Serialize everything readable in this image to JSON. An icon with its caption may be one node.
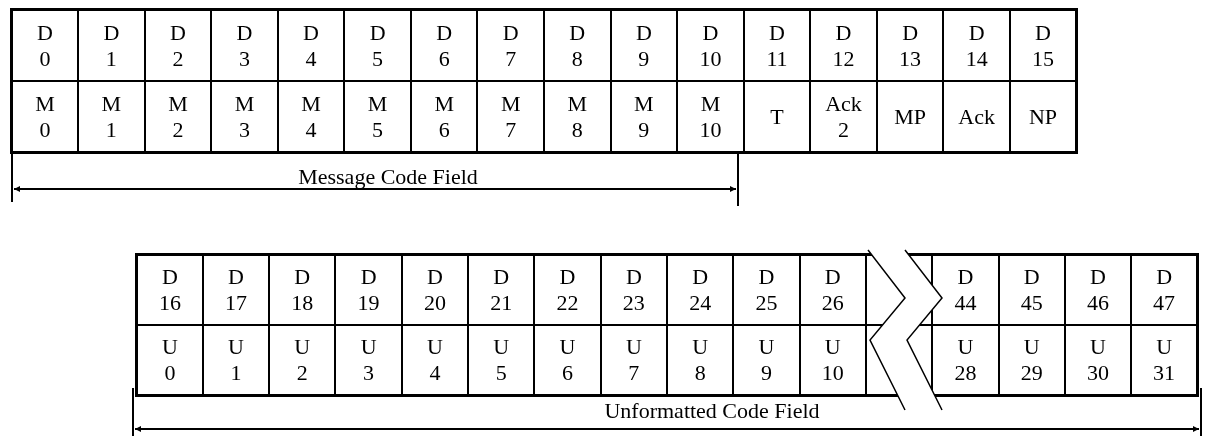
{
  "diagram": {
    "labels": [
      "D 0",
      "D 1",
      "D 2",
      "D 3",
      "D 4",
      "D 5",
      "D 6",
      "D 7",
      "D 8",
      "D 9",
      "D 10",
      "D 11",
      "D 12",
      "D 13",
      "D 14",
      "D 15",
      "M 0",
      "M 1",
      "M 2",
      "M 3",
      "M 4",
      "M 5",
      "M 6",
      "M 7",
      "M 8",
      "M 9",
      "M 10",
      "T",
      "Ack 2",
      "MP",
      "Ack",
      "NP",
      "Message Code Field",
      "D 16",
      "D 17",
      "D 18",
      "D 19",
      "D 20",
      "D 21",
      "D 22",
      "D 23",
      "D 24",
      "D 25",
      "D 26",
      "D 44",
      "D 45",
      "D 46",
      "D 47",
      "U 0",
      "U 1",
      "U 2",
      "U 3",
      "U 4",
      "U 5",
      "U 6",
      "U 7",
      "U 8",
      "U 9",
      "U 10",
      "U 28",
      "U 29",
      "U 30",
      "U 31",
      "Unformatted Code Field"
    ]
  }
}
